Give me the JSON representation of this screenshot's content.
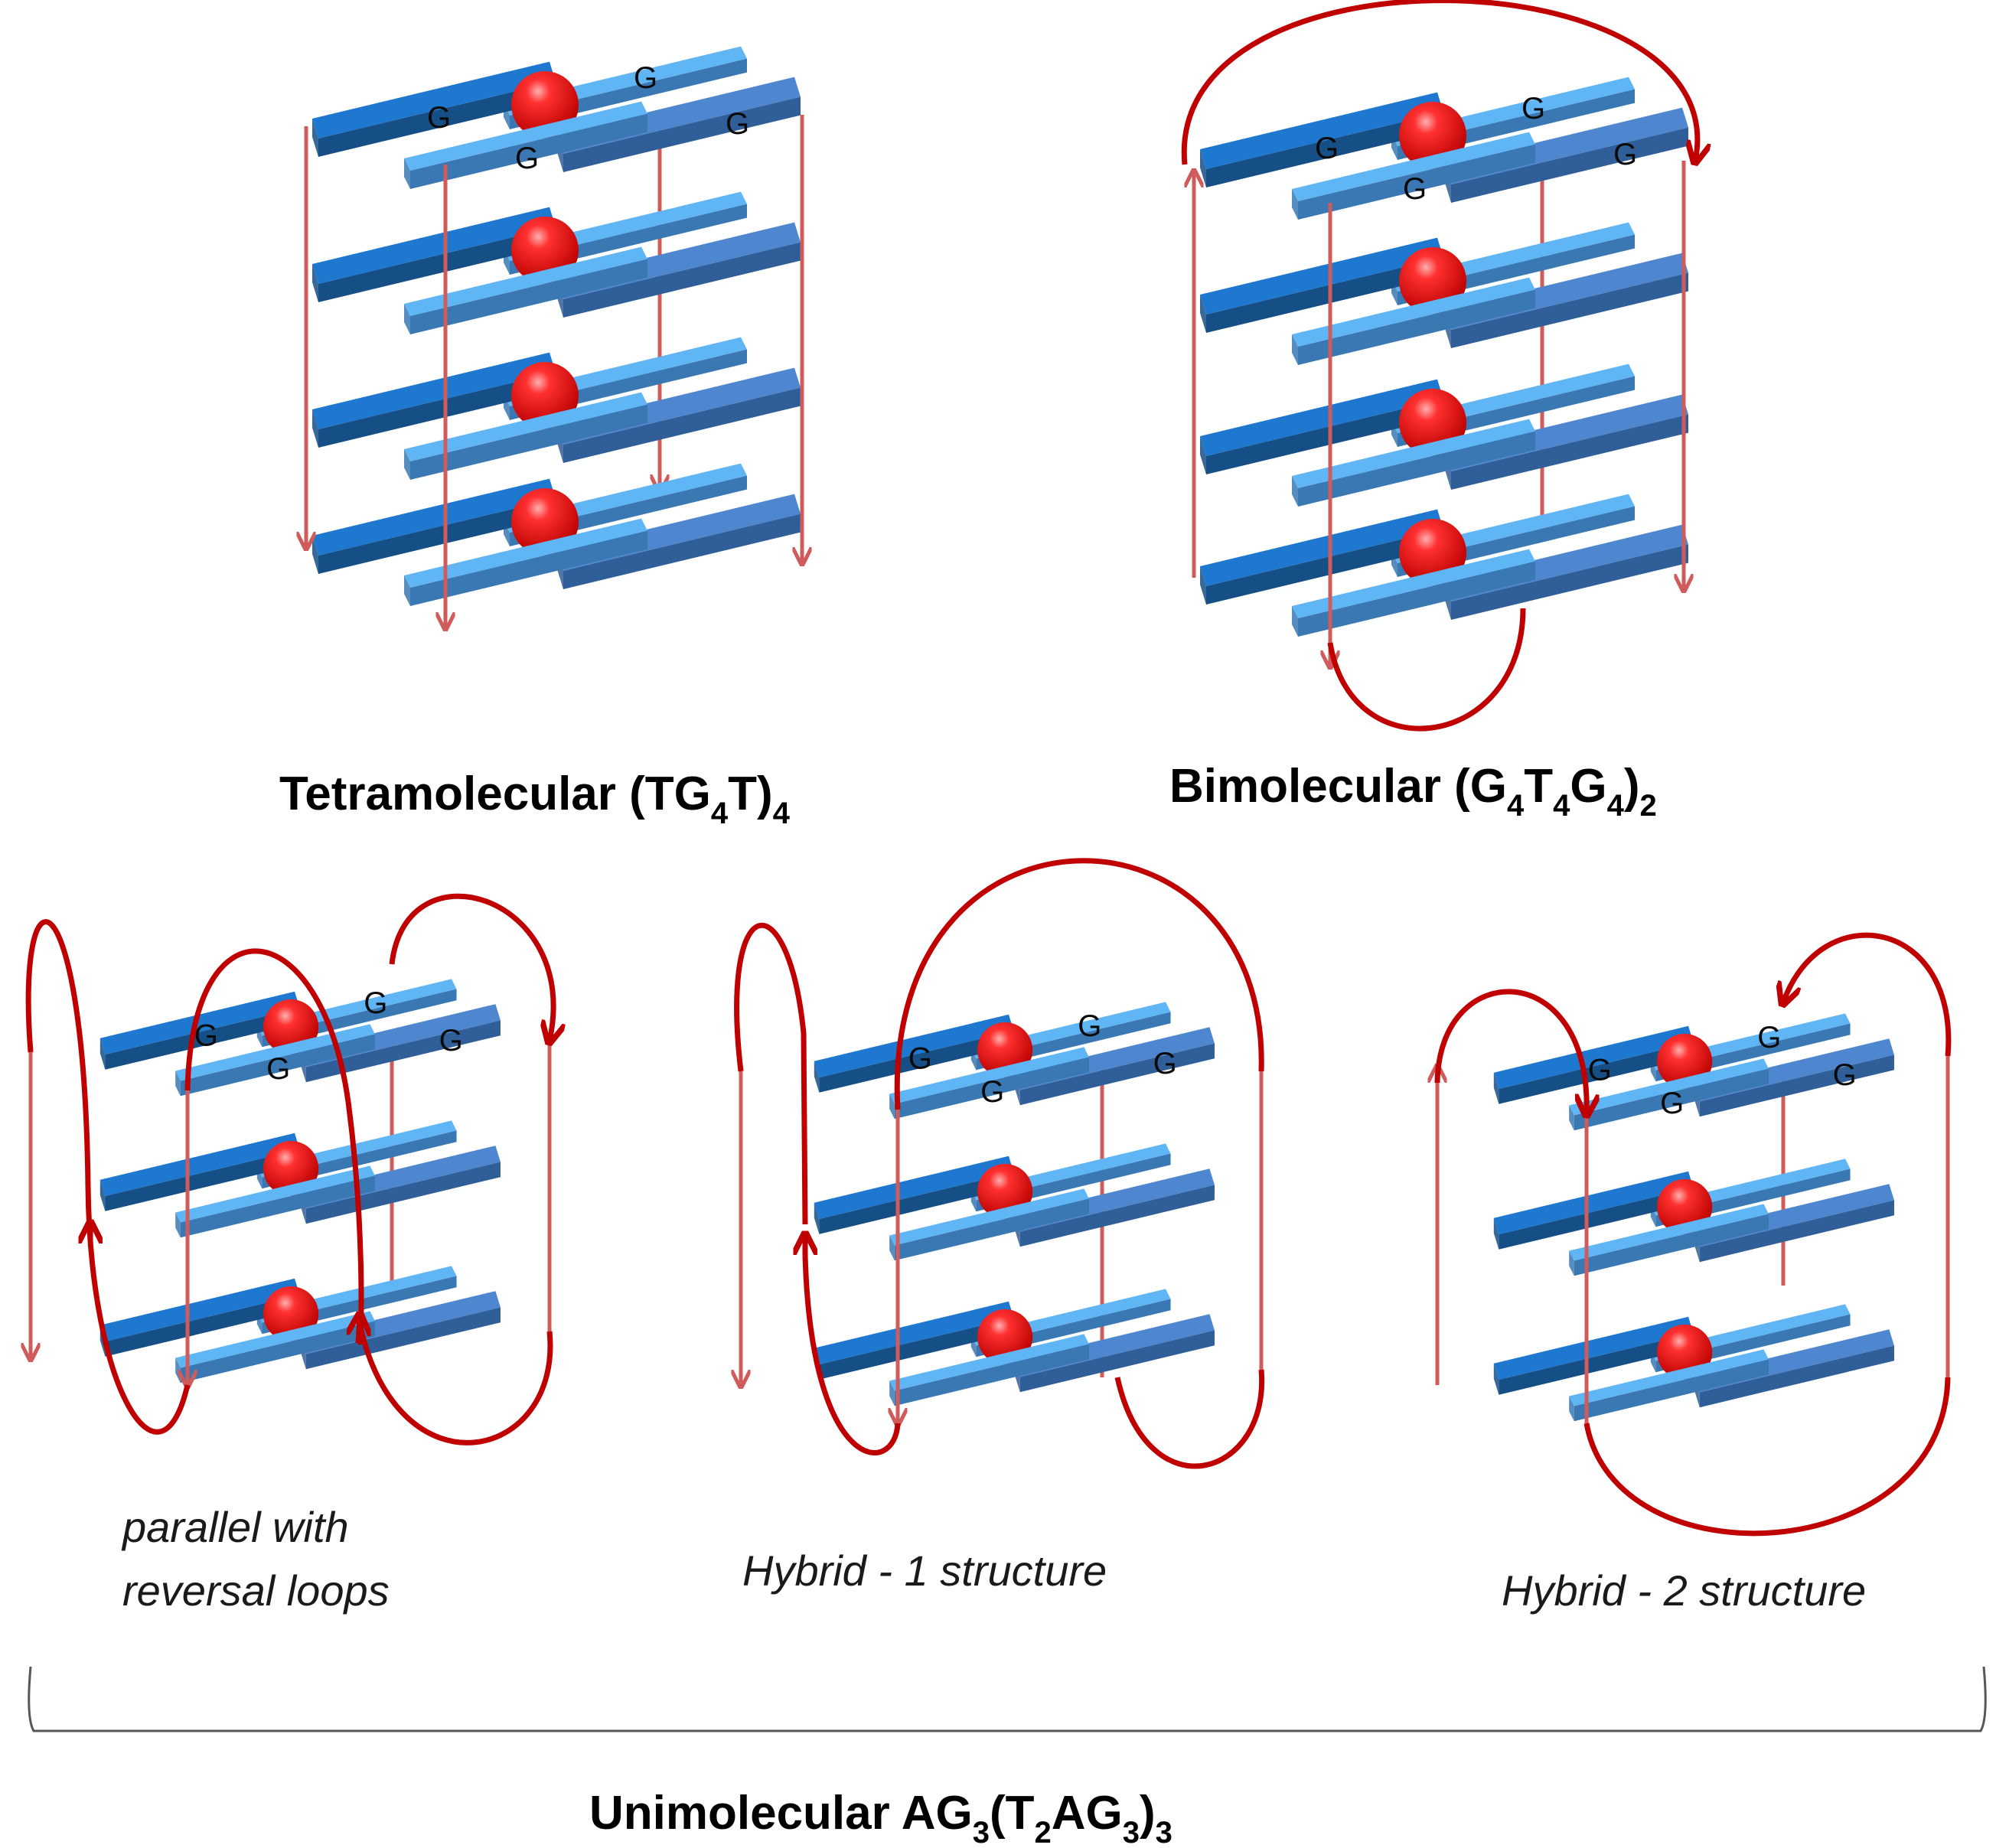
{
  "colors": {
    "plate_dark_top": "#1E78CF",
    "plate_dark_side": "#154F86",
    "plate_light_top": "#60B5F5",
    "plate_light_side": "#3A78B3",
    "plate_mid_top": "#4F86D0",
    "plate_mid_side": "#2F5E98",
    "strand": "#CF5B5B",
    "loop": "#C00000",
    "cation": "#E01010",
    "bracket": "#555555"
  },
  "base_label": "G",
  "structures": [
    {
      "id": "tetramolecular",
      "title": {
        "main": "Tetramolecular (TG",
        "s1": "4",
        "mid": "T)",
        "s2": "4"
      }
    },
    {
      "id": "bimolecular",
      "title": {
        "main": "Bimolecular (G",
        "s1": "4",
        "mid": "T",
        "s2": "4",
        "mid2": "G",
        "s3": "4",
        "tail": ")",
        "s4": "2"
      }
    },
    {
      "id": "parallel-reversal",
      "caption_line1": "parallel with",
      "caption_line2": "reversal loops"
    },
    {
      "id": "hybrid-1",
      "caption": "Hybrid - 1 structure"
    },
    {
      "id": "hybrid-2",
      "caption": "Hybrid - 2 structure"
    }
  ],
  "group_title": {
    "main": "Unimolecular AG",
    "s1": "3",
    "mid": "(T",
    "s2": "2",
    "mid2": "AG",
    "s3": "3",
    "tail": ")",
    "s4": "3"
  }
}
